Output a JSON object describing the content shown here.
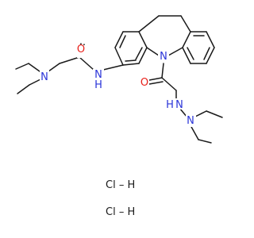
{
  "atoms": {
    "carbonyl_o_left": "O",
    "diethylamino_n_left": "N",
    "amide_nh": "N",
    "amide_h": "H",
    "ring_n": "N",
    "carbonyl_o_right": "O",
    "hydrazine_nh": "N",
    "hydrazine_h": "H",
    "hydrazine_n": "N"
  },
  "salts": {
    "hcl_1": "Cl – H",
    "hcl_2": "Cl – H"
  },
  "colors": {
    "bond": "#1a1a1a",
    "oxygen": "#e8201a",
    "nitrogen": "#2a34d8",
    "text": "#1a1a1a"
  }
}
